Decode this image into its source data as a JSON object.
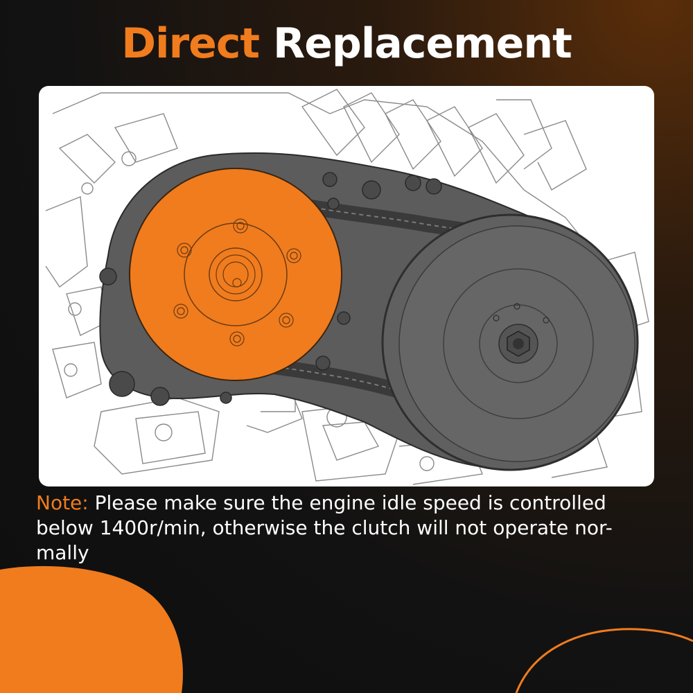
{
  "title": {
    "word1": "Direct",
    "word2": "Replacement"
  },
  "note": {
    "label": "Note:",
    "text": " Please make sure the engine idle speed is controlled below 1400r/min, otherwise the clutch will not operate nor-mally"
  },
  "illustration": {
    "subject": "engine-cvt-clutch-drawing",
    "highlight_color": "#f07c1e",
    "housing_color": "#5c5c5c",
    "pulley_color": "#606060"
  },
  "colors": {
    "accent": "#f07c1e",
    "background": "#121212",
    "text": "#ffffff"
  }
}
